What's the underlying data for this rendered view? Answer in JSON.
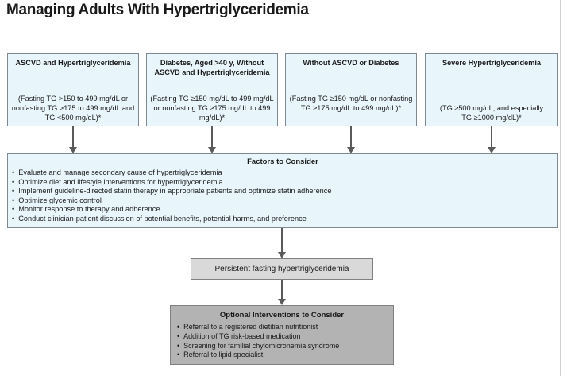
{
  "title": "Managing Adults With Hypertriglyceridemia",
  "top_boxes": [
    {
      "heading": "ASCVD and Hypertriglyceridemia",
      "body": "(Fasting TG >150 to 499 mg/dL or nonfasting TG >175 to 499 mg/dL and TG <500 mg/dL)*"
    },
    {
      "heading": "Diabetes, Aged >40 y, Without ASCVD and Hypertriglyceridemia",
      "body": "(Fasting TG ≥150 mg/dL to 499 mg/dL or nonfasting TG ≥175 mg/dL to 499 mg/dL)*"
    },
    {
      "heading": "Without ASCVD or Diabetes",
      "body": "(Fasting TG ≥150 mg/dL or nonfasting TG ≥175 mg/dL to 499 mg/dL)*"
    },
    {
      "heading": "Severe Hypertriglyceridemia",
      "body": "(TG ≥500 mg/dL, and especially TG ≥1000 mg/dL)*"
    }
  ],
  "factors": {
    "heading": "Factors to Consider",
    "items": [
      "Evaluate and manage secondary cause of hypertriglyceridemia",
      "Optimize diet and lifestyle interventions for hypertriglyceridemia",
      "Implement guideline-directed statin therapy in appropriate patients and optimize statin adherence",
      "Optimize glycemic control",
      "Monitor response to therapy and adherence",
      "Conduct clinician-patient discussion of potential benefits, potential harms, and preference"
    ]
  },
  "persistent": "Persistent fasting hypertriglyceridemia",
  "optional": {
    "heading": "Optional Interventions to Consider",
    "items": [
      "Referral to a registered dietitian nutritionist",
      "Addition of TG risk-based medication",
      "Screening for familial chylomicronemia syndrome",
      "Referral to lipid specialist"
    ]
  }
}
